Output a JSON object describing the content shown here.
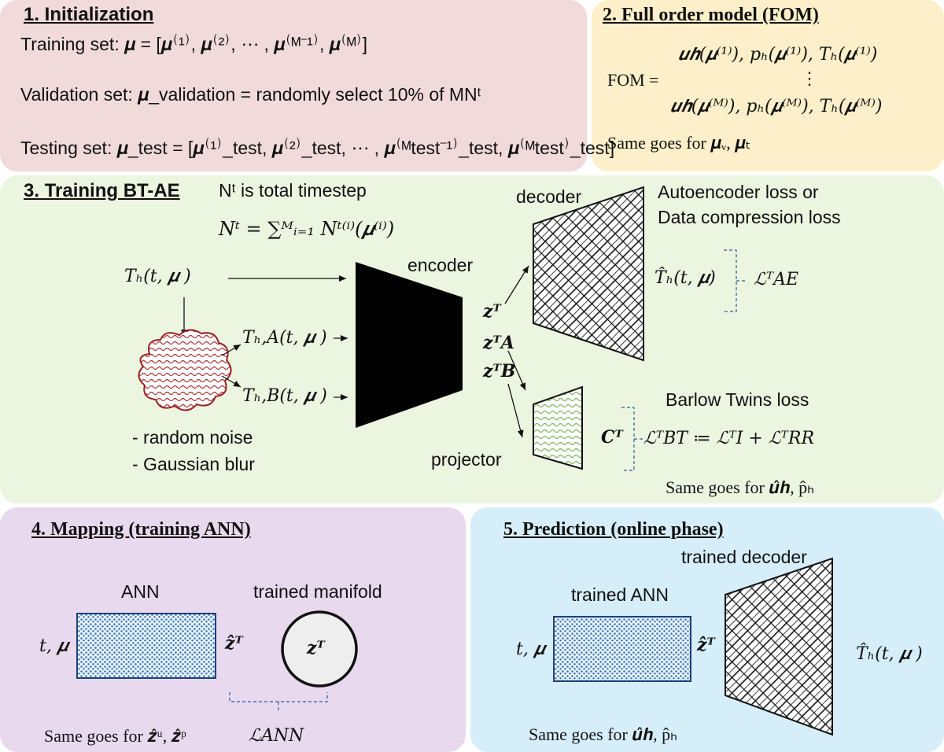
{
  "panel1": {
    "heading": "1. Initialization",
    "training": "Training set: 𝝁 = [𝝁⁽¹⁾, 𝝁⁽²⁾, ⋯ , 𝝁⁽ᴹ⁻¹⁾, 𝝁⁽ᴹ⁾]",
    "validation": "Validation set: 𝝁_validation = randomly select 10% of MNᵗ",
    "testing": "Testing set: 𝝁_test = [𝝁⁽¹⁾_test, 𝝁⁽²⁾_test, ⋯ , 𝝁⁽ᴹtest⁻¹⁾_test, 𝝁⁽ᴹtest⁾_test]"
  },
  "panel2": {
    "heading": "2. Full order model (FOM)",
    "fom_label": "FOM =",
    "row1": "𝒖𝒉(𝝁⁽¹⁾), pₕ(𝝁⁽¹⁾), Tₕ(𝝁⁽¹⁾)",
    "dots": "⋮",
    "rowM": "𝒖𝒉(𝝁⁽ᴹ⁾), pₕ(𝝁⁽ᴹ⁾), Tₕ(𝝁⁽ᴹ⁾)",
    "same": "Same goes for 𝝁ᵥ, 𝝁ₜ"
  },
  "panel3": {
    "heading": "3. Training BT-AE",
    "nt_desc": "Nᵗ is total timestep",
    "nt_formula": "Nᵗ = ∑ᴹᵢ₌₁ Nᵗ⁽ⁱ⁾(𝝁⁽ⁱ⁾)",
    "input": "Tₕ(t, 𝝁 )",
    "input_a": "Tₕ,A(t, 𝝁 )",
    "input_b": "Tₕ,B(t, 𝝁 )",
    "aug1": "- random noise",
    "aug2": "- Gaussian blur",
    "encoder": "encoder",
    "decoder": "decoder",
    "projector": "projector",
    "z": "𝒛ᵀ",
    "za": "𝒛ᵀA",
    "zb": "𝒛ᵀB",
    "ae_loss_1": "Autoencoder loss or",
    "ae_loss_2": "Data compression loss",
    "recon": "T̂ₕ(t, 𝝁)",
    "l_ae": "ℒᵀAE",
    "bt_loss": "Barlow Twins loss",
    "c": "𝑪ᵀ",
    "l_bt": "ℒᵀBT ≔ ℒᵀI + ℒᵀRR",
    "same": "Same goes for 𝒖̂𝒉, p̂ₕ"
  },
  "panel4": {
    "heading": "4. Mapping (training ANN)",
    "ann": "ANN",
    "manifold": "trained manifold",
    "input": "t, 𝝁",
    "zhat": "𝒛̂ᵀ",
    "z": "𝒛ᵀ",
    "same": "Same goes for 𝒛̂ᵘ, 𝒛̂ᵖ",
    "loss": "ℒANN"
  },
  "panel5": {
    "heading": "5. Prediction (online phase)",
    "decoder": "trained decoder",
    "ann": "trained ANN",
    "input": "t, 𝝁",
    "zhat": "𝒛̂ᵀ",
    "output": "T̂ₕ(t, 𝝁 )",
    "same": "Same goes for 𝒖̂𝒉, p̂ₕ"
  },
  "colors": {
    "panel1": "#f1dada",
    "panel2": "#fcefc9",
    "panel3": "#ecf5e0",
    "panel4": "#e8d9ee",
    "panel5": "#d6eef9",
    "noise_cloud": "#9a2323",
    "projector": "#8cc06a",
    "ann_fill": "#3c7bbf",
    "bracket": "#2e5a9a"
  }
}
